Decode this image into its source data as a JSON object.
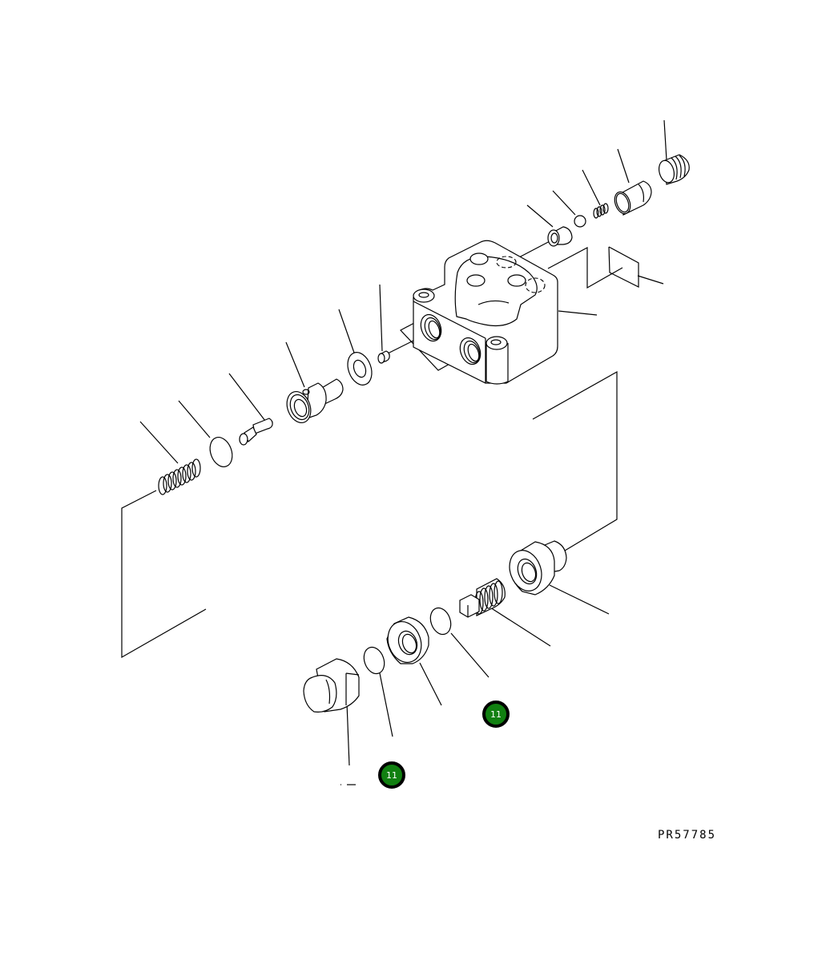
{
  "diagram": {
    "type": "exploded-parts-illustration",
    "drawing_code": "PR57785",
    "badge_color": "#118011",
    "badge_border_color": "#000000",
    "callouts": [
      {
        "label": "11",
        "position": "lower-center-right",
        "refers_to": "o-ring"
      },
      {
        "label": "11",
        "position": "lower-left",
        "refers_to": "o-ring"
      }
    ],
    "parts": [
      {
        "name": "valve-body",
        "group": "main"
      },
      {
        "name": "plug-top-right",
        "group": "upper-assembly"
      },
      {
        "name": "sleeve",
        "group": "upper-assembly"
      },
      {
        "name": "small-spring",
        "group": "upper-assembly"
      },
      {
        "name": "ball",
        "group": "upper-assembly"
      },
      {
        "name": "seat",
        "group": "upper-assembly"
      },
      {
        "name": "pin",
        "group": "left-assembly"
      },
      {
        "name": "washer",
        "group": "left-assembly"
      },
      {
        "name": "piston",
        "group": "left-assembly"
      },
      {
        "name": "poppet",
        "group": "left-assembly"
      },
      {
        "name": "o-ring-left",
        "group": "left-assembly"
      },
      {
        "name": "spring-left",
        "group": "left-assembly"
      },
      {
        "name": "adjusting-nut-large",
        "group": "lower-assembly"
      },
      {
        "name": "adjusting-screw",
        "group": "lower-assembly"
      },
      {
        "name": "o-ring-lower-right",
        "group": "lower-assembly"
      },
      {
        "name": "lock-nut",
        "group": "lower-assembly"
      },
      {
        "name": "o-ring-lower-left",
        "group": "lower-assembly"
      },
      {
        "name": "cap-nut",
        "group": "lower-assembly"
      }
    ]
  }
}
